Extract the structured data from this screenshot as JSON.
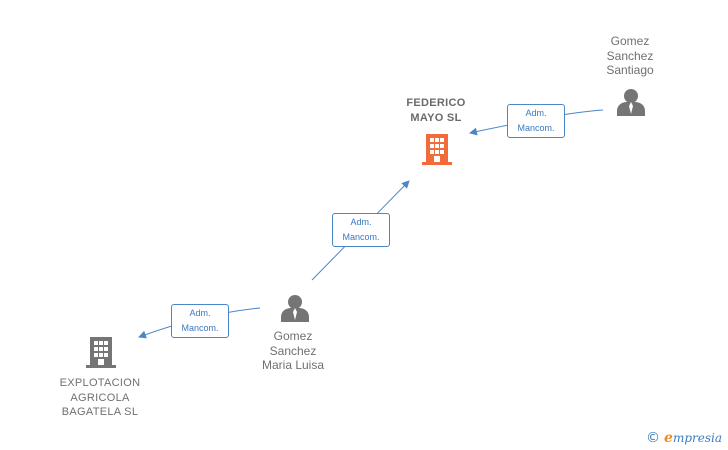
{
  "nodes": {
    "focus": {
      "name": "FEDERICO\nMAYO SL",
      "type": "company",
      "color": "#f26b3a"
    },
    "person_top": {
      "name": "Gomez\nSanchez\nSantiago",
      "type": "person",
      "color": "#757575"
    },
    "person_mid": {
      "name": "Gomez\nSanchez\nMaria Luisa",
      "type": "person",
      "color": "#757575"
    },
    "company_bottom": {
      "name": "EXPLOTACION\nAGRICOLA\nBAGATELA SL",
      "type": "company",
      "color": "#757575"
    }
  },
  "edges": [
    {
      "from": "person_top",
      "to": "focus",
      "label": "Adm.\nMancom."
    },
    {
      "from": "person_mid",
      "to": "focus",
      "label": "Adm.\nMancom."
    },
    {
      "from": "person_mid",
      "to": "company_bottom",
      "label": "Adm.\nMancom."
    }
  ],
  "edge_color": "#4a87c8",
  "brand": {
    "copyright": "©",
    "initial": "e",
    "rest": "mpresia"
  }
}
